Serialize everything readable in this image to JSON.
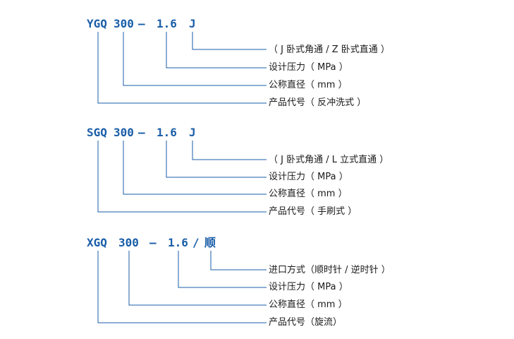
{
  "groups": [
    {
      "code": {
        "model": "YGQ",
        "size": "300",
        "dash": "—",
        "pressure": "1.6",
        "suffix": "J"
      },
      "labels": [
        "（ J 卧式角通 / Z 卧式直通 ）",
        "设计压力（ MPa ）",
        "公称直径（ mm ）",
        "产品代号（ 反冲洗式 ）"
      ]
    },
    {
      "code": {
        "model": "SGQ",
        "size": "300",
        "dash": "—",
        "pressure": "1.6",
        "suffix": "J"
      },
      "labels": [
        "（ J 卧式角通 / L 立式直通 ）",
        "设计压力（ MPa ）",
        "公称直径（ mm ）",
        "产品代号（ 手刷式 ）"
      ]
    },
    {
      "code": {
        "model": "XGQ",
        "size": "300",
        "dash": "—",
        "pressure": "1.6",
        "slash": "/",
        "suffix": "顺"
      },
      "labels": [
        "进口方式（顺时针 / 逆时针 ）",
        "设计压力（ MPa ）",
        "公称直径（ mm ）",
        "产品代号（旋流）"
      ]
    }
  ],
  "colors": {
    "accent": "#1a5ea8",
    "text": "#1a1a1a"
  }
}
